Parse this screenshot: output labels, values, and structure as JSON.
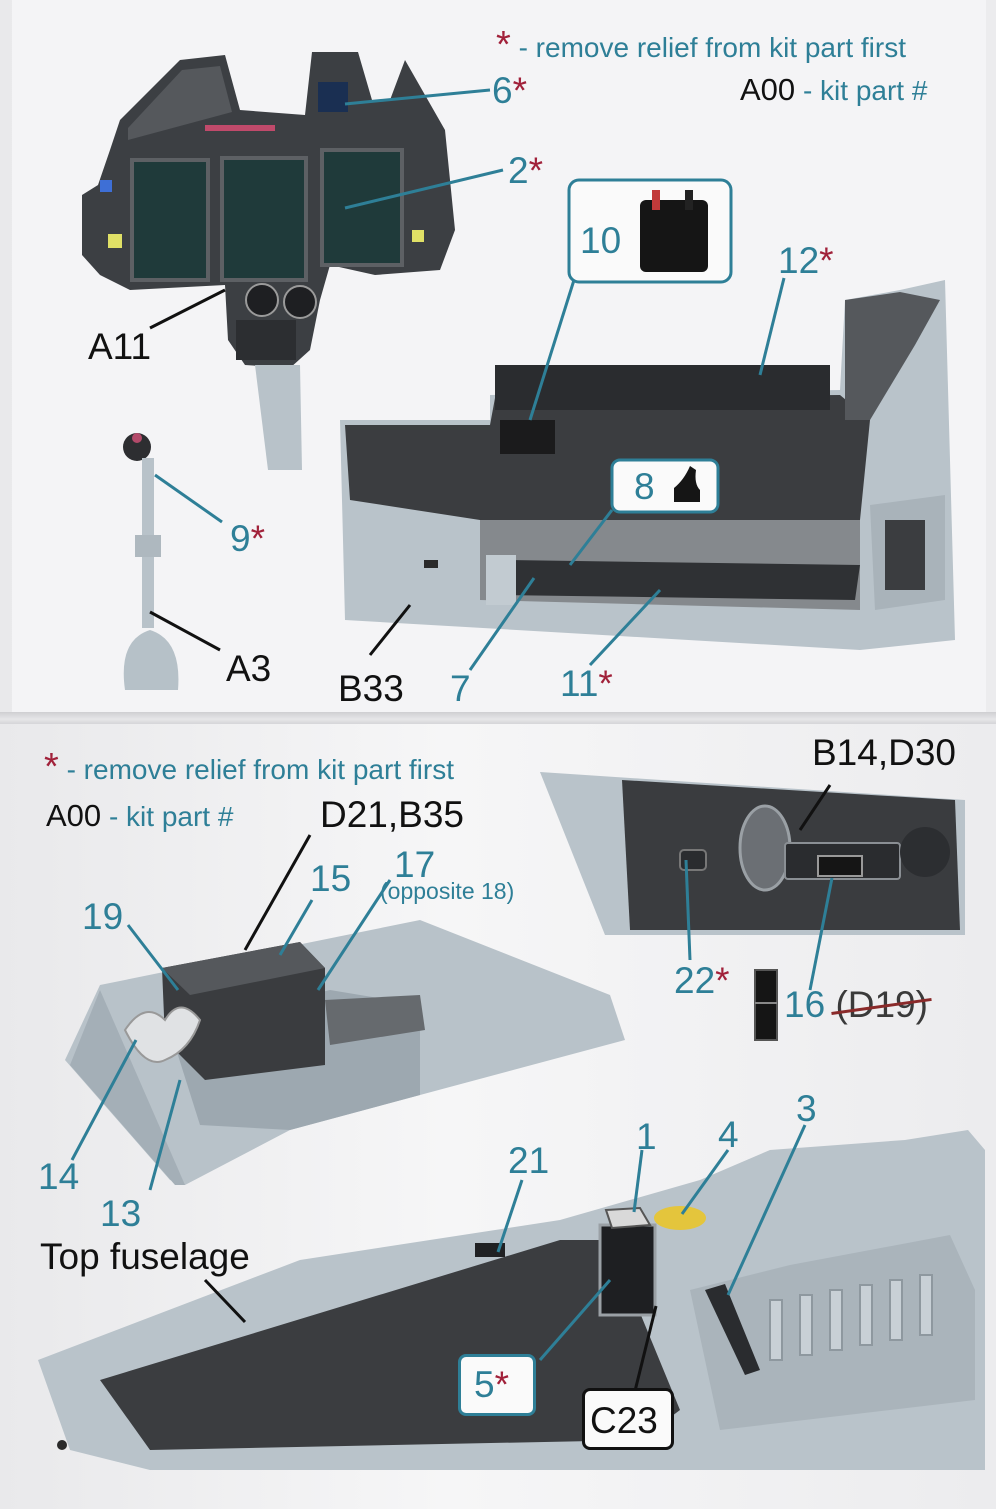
{
  "top_panel": {
    "legend": {
      "asterisk": "*",
      "asterisk_text": "- remove relief from kit part first",
      "kit_part_code": "A00",
      "kit_part_text": "- kit part #"
    },
    "callouts": {
      "p6": "6",
      "p2": "2",
      "p10": "10",
      "p12": "12",
      "a11": "A11",
      "p9": "9",
      "p8": "8",
      "a3": "A3",
      "b33": "B33",
      "p7": "7",
      "p11": "11"
    }
  },
  "bottom_panel": {
    "legend": {
      "asterisk": "*",
      "asterisk_text": "- remove relief from kit part first",
      "kit_part_code": "A00",
      "kit_part_text": "- kit part #"
    },
    "callouts": {
      "d21_b35": "D21,B35",
      "p15": "15",
      "p17": "17",
      "p17_note": "(opposite 18)",
      "p19": "19",
      "p14": "14",
      "p13": "13",
      "top_fuselage": "Top fuselage",
      "b14_d30": "B14,D30",
      "p22": "22",
      "p16": "16",
      "d19_struck": "(D19)",
      "p21": "21",
      "p1": "1",
      "p4": "4",
      "p3": "3",
      "p5": "5",
      "c23": "C23"
    }
  },
  "colors": {
    "teal": "#2e7f97",
    "asterisk_red": "#a1213a",
    "resin_grey": "#b9c3ca",
    "panel_dark": "#3b3d40"
  }
}
